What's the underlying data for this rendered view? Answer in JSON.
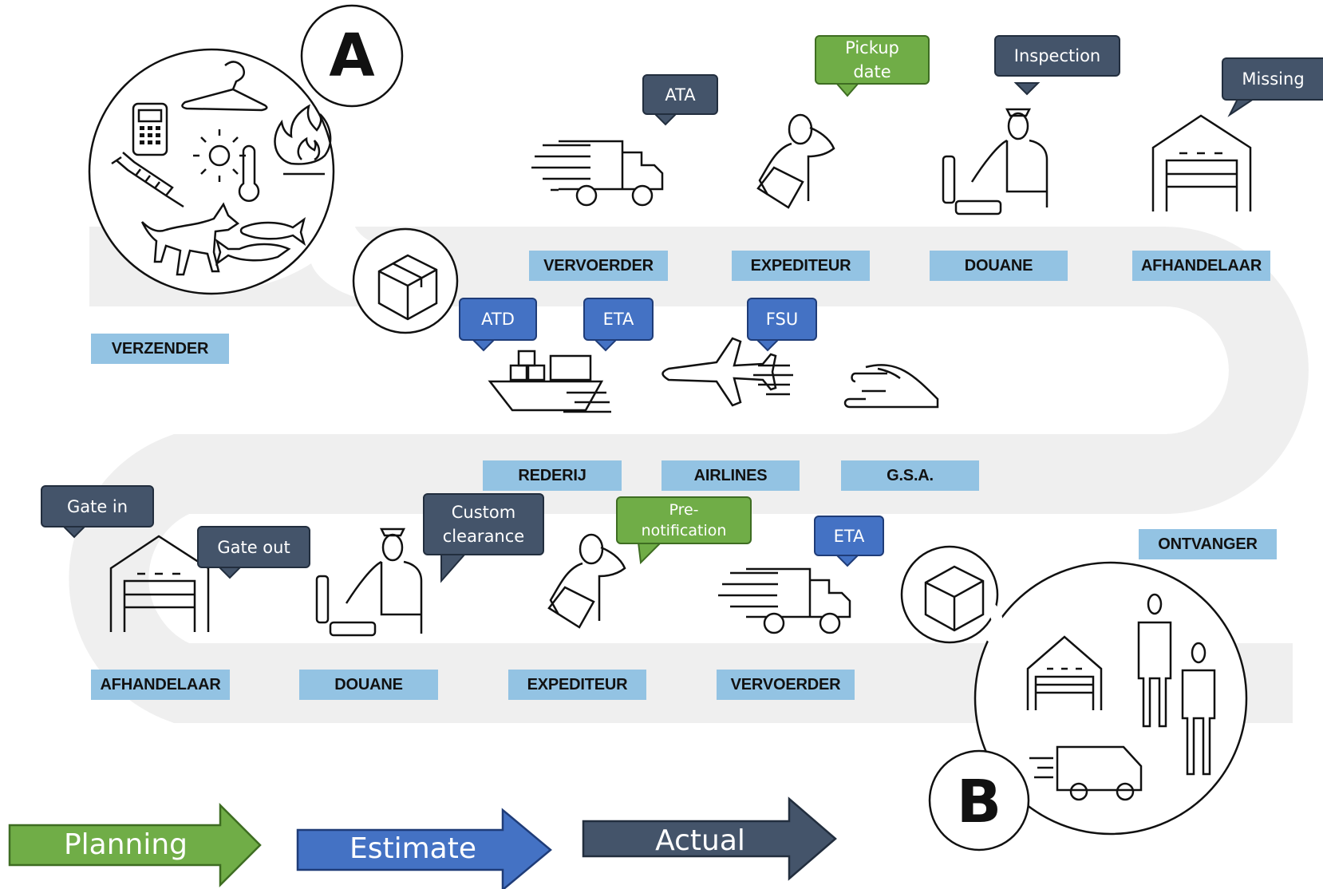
{
  "start_marker": "A",
  "end_marker": "B",
  "stage_labels": {
    "verzender": "VERZENDER",
    "vervoerder_top": "VERVOERDER",
    "expediteur_top": "EXPEDITEUR",
    "douane_top": "DOUANE",
    "afhandelaar_top": "AFHANDELAAR",
    "rederij": "REDERIJ",
    "airlines": "AIRLINES",
    "gsa": "G.S.A.",
    "afhandelaar_bottom": "AFHANDELAAR",
    "douane_bottom": "DOUANE",
    "expediteur_bottom": "EXPEDITEUR",
    "vervoerder_bottom": "VERVOERDER",
    "ontvanger": "ONTVANGER"
  },
  "events": {
    "ata": "ATA",
    "pickup_date": "Pickup\ndate",
    "inspection": "Inspection",
    "missing": "Missing",
    "atd": "ATD",
    "eta_ship": "ETA",
    "fsu": "FSU",
    "gate_in": "Gate in",
    "gate_out": "Gate out",
    "custom_clearance": "Custom\nclearance",
    "pre_notification": "Pre-\nnotification",
    "eta_truck": "ETA"
  },
  "legend": {
    "planning": "Planning",
    "estimate": "Estimate",
    "actual": "Actual"
  },
  "colors": {
    "planning": "#70ad47",
    "estimate": "#4472c4",
    "actual": "#44546a",
    "stage_label": "#93c3e3",
    "road": "#efefef"
  }
}
